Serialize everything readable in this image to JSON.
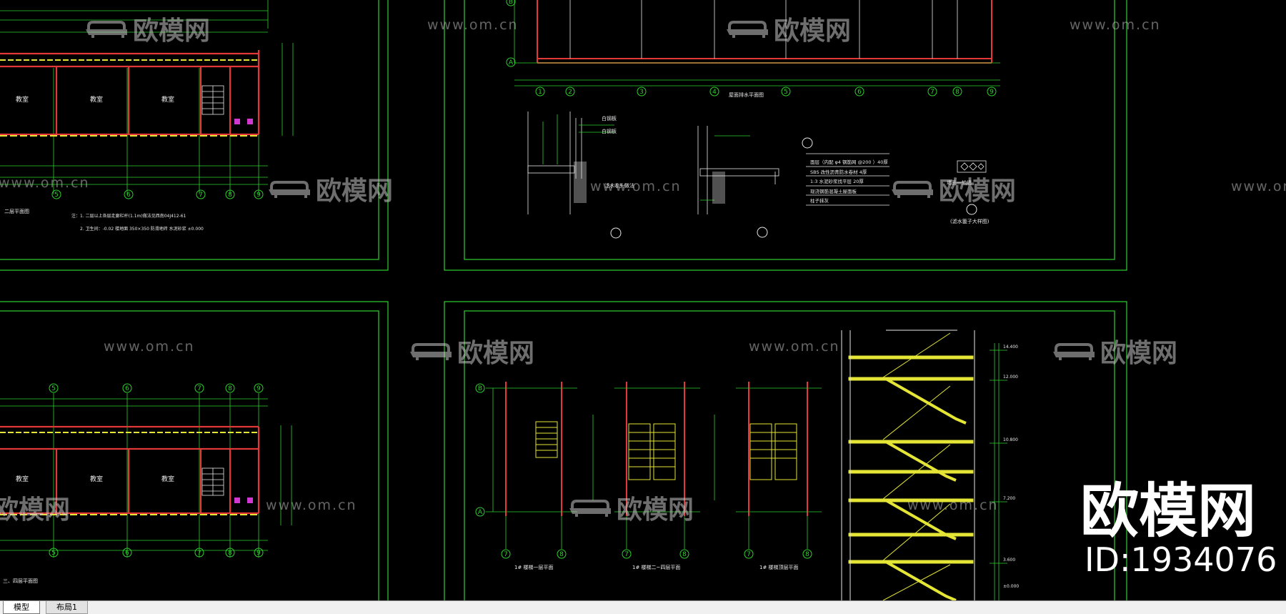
{
  "tabs": {
    "model": "模型",
    "layout1": "布局1"
  },
  "watermark": {
    "brand": "欧模网",
    "url": "www.om.cn"
  },
  "overlay": {
    "brand": "欧模网",
    "id": "ID:1934076"
  },
  "colors": {
    "frame": "#2ed02e",
    "axis": "#2ed02e",
    "wall": "#e23838",
    "yellow": "#e5e535",
    "white": "#e8e8e8",
    "magenta": "#d038d0",
    "cyan": "#3fd5d5"
  },
  "drawing": {
    "room_label": "教室",
    "grid_bottom": [
      "5",
      "6",
      "7",
      "8",
      "9"
    ],
    "grid_top": [
      "1",
      "2",
      "3",
      "4",
      "5",
      "6",
      "7",
      "8",
      "9"
    ],
    "grid_axes": [
      "A",
      "B"
    ],
    "stair_grid": [
      "7",
      "8"
    ],
    "titles": {
      "floor2": "二层平面图",
      "floor3": "三、四层平面图",
      "roof": "屋面排水平面图",
      "stair1": "1# 楼梯一层平面",
      "stair2": "1# 楼梯二~四层平面",
      "stair3": "1# 楼梯顶层平面"
    },
    "notes_floor2": [
      "注：1. 二层以上各层走廊栏杆(1.1m)做法见西南04J412-61",
      "2. 卫生间：-0.02 楼地面        350×350 防滑地砖          水泥砂浆       ±0.000"
    ],
    "roof_layers": [
      "面层（内配 φ4 钢筋网 @200 ）40厚",
      "SBS 改性沥青防水卷材 4厚",
      "1:3 水泥砂浆找平层 20厚",
      "现浇钢筋混凝土屋面板",
      "柱子抹灰"
    ],
    "detail_labels": [
      "白钢板",
      "白钢板",
      "泛水收头做法",
      "(滤水篦子大样图)",
      "墙面一轴墙"
    ],
    "section_elev": [
      "14.400",
      "12.000",
      "10.800",
      "7.200",
      "3.600",
      "±0.000"
    ]
  }
}
